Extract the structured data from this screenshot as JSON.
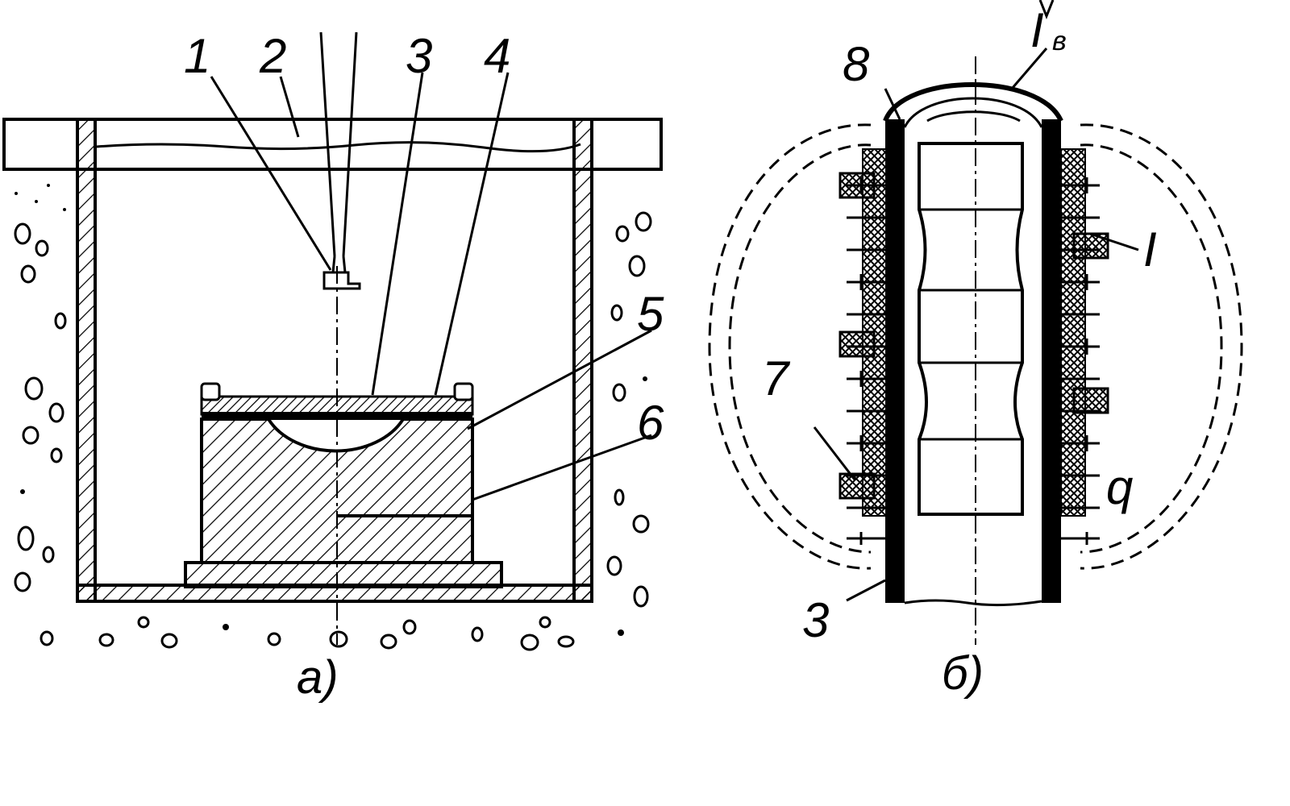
{
  "figure_a": {
    "labels": {
      "l1": "1",
      "l2": "2",
      "l3": "3",
      "l4": "4",
      "l5": "5",
      "l6": "6"
    },
    "caption": "а)"
  },
  "figure_b": {
    "labels": {
      "l8": "8",
      "l7": "7",
      "l3": "3",
      "lI": "I",
      "lq": "q",
      "lIb": "I",
      "lIb_sub": "в"
    },
    "caption": "б)"
  }
}
